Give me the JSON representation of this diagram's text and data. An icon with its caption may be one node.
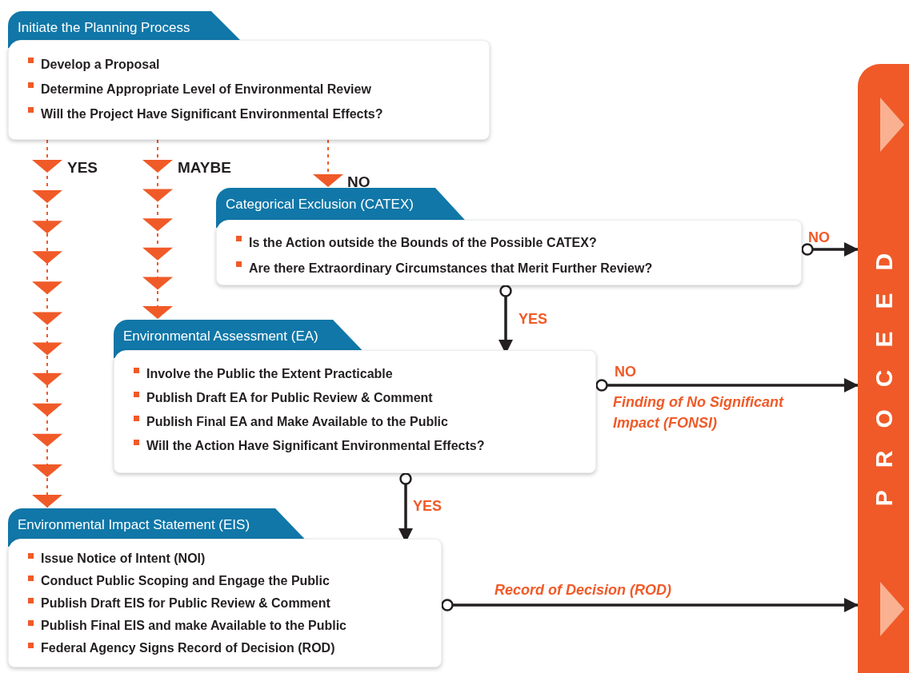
{
  "diagram": {
    "nodes": [
      {
        "text": [
          "Initiate the Planning Process",
          "Develop a Proposal",
          "Determine Appropriate Level of Environmental Review",
          "Will the Project Have Significant Environmental Effects?"
        ]
      },
      {
        "text": [
          "Categorical Exclusion (CATEX)",
          "Is the Action outside the Bounds of the Possible CATEX?",
          "Are there Extraordinary Circumstances that Merit Further Review?"
        ]
      },
      {
        "text": [
          "Environmental Assessment (EA)",
          "Involve the Public the Extent Practicable",
          "Publish Draft EA for Public Review & Comment",
          "Publish Final EA and Make Available to the Public",
          "Will the Action Have Significant Environmental Effects?"
        ]
      },
      {
        "text": [
          "Environmental Impact Statement (EIS)",
          "Issue Notice of Intent (NOI)",
          "Conduct Public Scoping and Engage the Public",
          "Publish Draft EIS for Public Review & Comment",
          "Publish Final EIS and make Available to the Public",
          "Federal Agency Signs Record of Decision (ROD)"
        ]
      },
      {
        "text": [
          "PROCEED"
        ]
      }
    ],
    "edges": [
      {
        "from": 0,
        "to": 3,
        "arrow": "to",
        "label": "YES",
        "style": "dashed",
        "color": "#f05a28"
      },
      {
        "from": 0,
        "to": 2,
        "arrow": "to",
        "label": "MAYBE",
        "style": "dashed",
        "color": "#f05a28"
      },
      {
        "from": 0,
        "to": 1,
        "arrow": "to",
        "label": "NO",
        "style": "dashed",
        "color": "#f05a28"
      },
      {
        "from": 1,
        "to": 4,
        "arrow": "to",
        "label": "NO"
      },
      {
        "from": 1,
        "to": 2,
        "arrow": "to",
        "label": "YES"
      },
      {
        "from": 2,
        "to": 4,
        "arrow": "to",
        "label": "NO"
      },
      {
        "from": 2,
        "to": 3,
        "arrow": "to",
        "label": "YES"
      },
      {
        "from": 3,
        "to": 4,
        "arrow": "to",
        "label": "Record of Decision (ROD)"
      }
    ],
    "labels": [
      "Finding of No Significant Impact (FONSI)"
    ]
  }
}
